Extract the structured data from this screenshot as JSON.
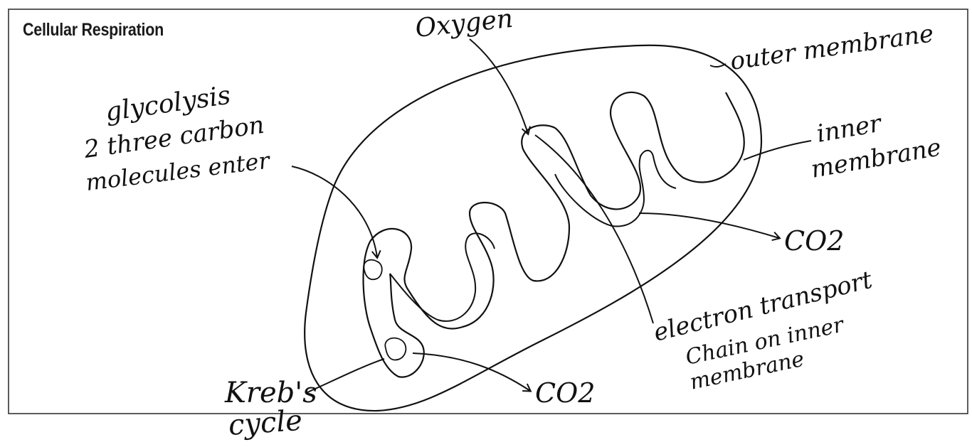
{
  "title": "Cellular Respiration",
  "labels": {
    "oxygen": "Oxygen",
    "outer_membrane": "outer membrane",
    "glycolysis_line1": "glycolysis",
    "glycolysis_line2": "2 three carbon",
    "glycolysis_line3": "molecules enter",
    "inner_membrane_line1": "inner",
    "inner_membrane_line2": "membrane",
    "co2_right": "CO2",
    "co2_bottom": "CO2",
    "etc_line1": "electron transport",
    "etc_line2": "Chain on inner",
    "etc_line3": "membrane",
    "krebs_line1": "Kreb's",
    "krebs_line2": "cycle"
  },
  "colors": {
    "ink": "#111111",
    "frame": "#333333",
    "background": "#ffffff"
  }
}
